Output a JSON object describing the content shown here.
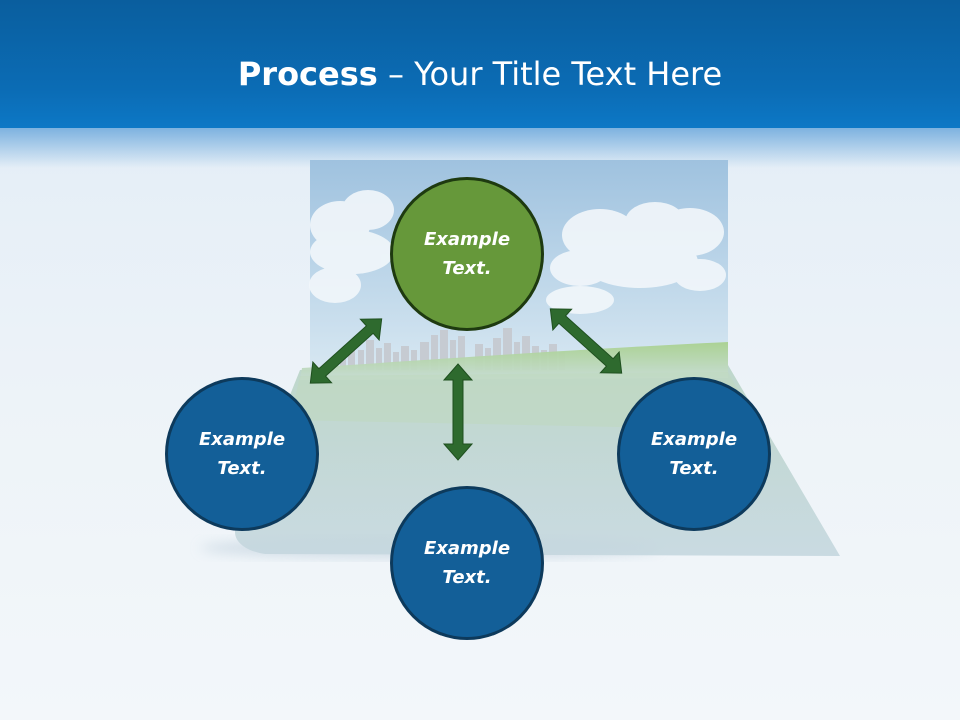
{
  "title": {
    "bold": "Process",
    "rest": " – Your Title Text Here"
  },
  "nodes": {
    "top": {
      "line1": "Example",
      "line2": "Text."
    },
    "left": {
      "line1": "Example",
      "line2": "Text."
    },
    "right": {
      "line1": "Example",
      "line2": "Text."
    },
    "bottom": {
      "line1": "Example",
      "line2": "Text."
    }
  },
  "colors": {
    "header": "#0b6cb5",
    "node_blue": "#135f98",
    "node_green": "#66983a",
    "arrow": "#2e6a2e"
  }
}
